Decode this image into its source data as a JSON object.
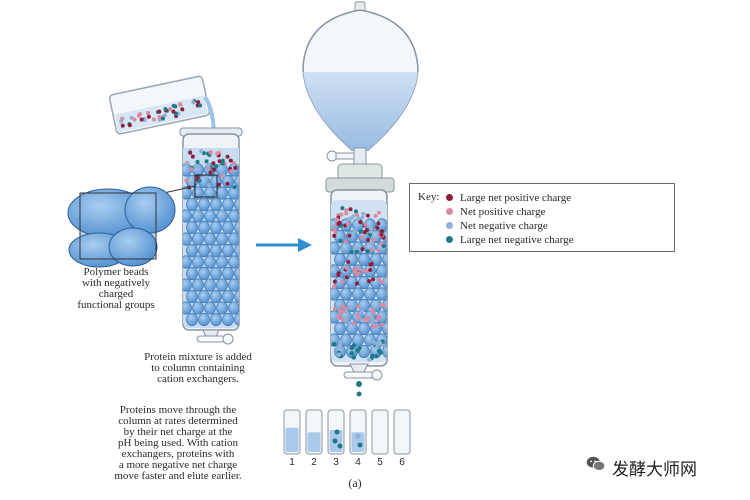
{
  "labels": {
    "polymer_beads": [
      "Polymer beads",
      "with negatively",
      "charged",
      "functional groups"
    ],
    "protein_mixture": [
      "Protein mixture is added",
      "to column containing",
      "cation exchangers."
    ],
    "proteins_move": [
      "Proteins move through the",
      "column at rates determined",
      "by their net charge at the",
      "pH being used. With cation",
      "exchangers, proteins with",
      "a more negative net charge",
      "move faster and elute earlier."
    ],
    "panel": "(a)"
  },
  "key": {
    "title": "Key:",
    "items": [
      {
        "label": "Large net positive charge",
        "color": "#8e1f3b"
      },
      {
        "label": "Net positive charge",
        "color": "#d98aa0"
      },
      {
        "label": "Net negative charge",
        "color": "#8fb3d6"
      },
      {
        "label": "Large net negative charge",
        "color": "#1f7a86"
      }
    ]
  },
  "tubes": [
    "1",
    "2",
    "3",
    "4",
    "5",
    "6"
  ],
  "watermark": "发酵大师网",
  "icons": [
    "beaker-icon",
    "funnel-icon",
    "arrow-right-icon",
    "wechat-icon"
  ]
}
